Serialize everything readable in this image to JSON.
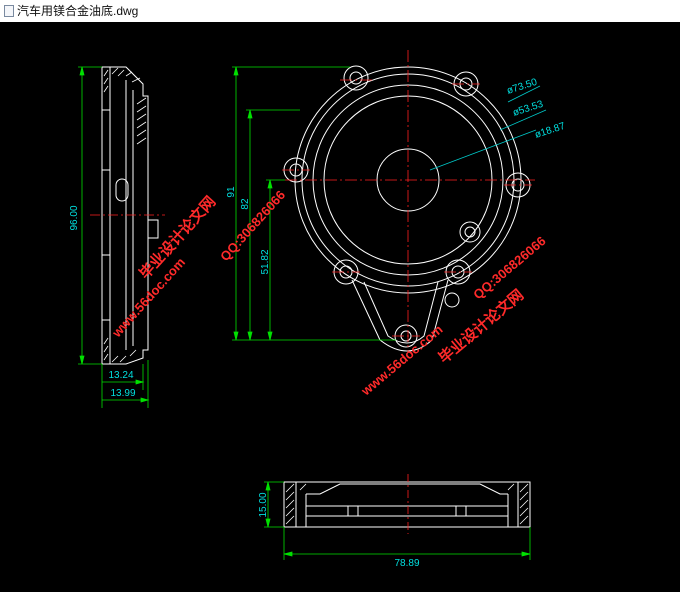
{
  "window": {
    "title": "汽车用镁合金油底.dwg"
  },
  "colors": {
    "background": "#000000",
    "outline": "#ffffff",
    "dimension": "#00e000",
    "dimension_text": "#00e0e0",
    "centerline": "#ff2020",
    "leader": "#00c8c8",
    "hatch": "#ffffff",
    "watermark": "#ff2a2a"
  },
  "dimensions": {
    "height_total": "96.00",
    "height_mid": "91",
    "height_82": "82",
    "height_lower": "51.82",
    "width_13_24": "13.24",
    "width_13_99": "13.99",
    "dia_73": "ø73.50",
    "dia_53": "ø53.53",
    "dia_18": "ø18.87",
    "depth_15": "15.00",
    "width_78": "78.89"
  },
  "watermarks": {
    "site_left": "www.56doc.com",
    "qq_left": "QQ:306826066",
    "brand_left": "毕业设计论文网",
    "site_right": "www.56doc.com",
    "qq_right": "QQ:306826066",
    "brand_right": "毕业设计论文网"
  }
}
